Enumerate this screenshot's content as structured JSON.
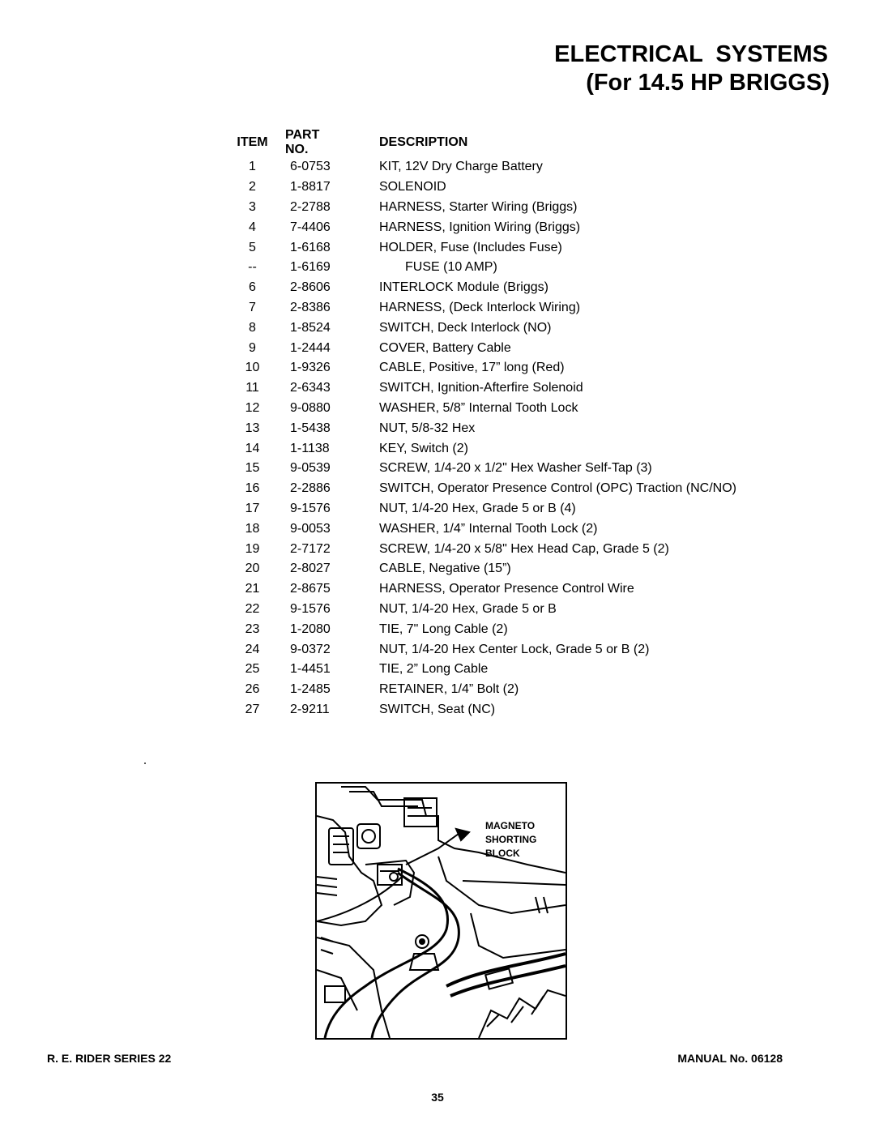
{
  "header": {
    "title_line1": "ELECTRICAL  SYSTEMS",
    "title_line2": "(For 14.5 HP BRIGGS)"
  },
  "table": {
    "col_item": "ITEM",
    "col_part": "PART NO.",
    "col_desc": "DESCRIPTION",
    "rows": [
      {
        "item": "1",
        "part": "6-0753",
        "desc": "KIT, 12V Dry Charge Battery"
      },
      {
        "item": "2",
        "part": "1-8817",
        "desc": "SOLENOID"
      },
      {
        "item": "3",
        "part": "2-2788",
        "desc": "HARNESS, Starter Wiring (Briggs)"
      },
      {
        "item": "4",
        "part": "7-4406",
        "desc": "HARNESS, Ignition Wiring (Briggs)"
      },
      {
        "item": "5",
        "part": "1-6168",
        "desc": "HOLDER, Fuse (Includes Fuse)"
      },
      {
        "item": "--",
        "part": "1-6169",
        "desc": "FUSE (10 AMP)"
      },
      {
        "item": "6",
        "part": "2-8606",
        "desc": "INTERLOCK Module (Briggs)"
      },
      {
        "item": "7",
        "part": "2-8386",
        "desc": "HARNESS, (Deck Interlock Wiring)"
      },
      {
        "item": "8",
        "part": "1-8524",
        "desc": "SWITCH, Deck Interlock (NO)"
      },
      {
        "item": "9",
        "part": "1-2444",
        "desc": "COVER, Battery Cable"
      },
      {
        "item": "10",
        "part": "1-9326",
        "desc": "CABLE, Positive, 17” long (Red)"
      },
      {
        "item": "11",
        "part": "2-6343",
        "desc": "SWITCH, Ignition-Afterfire Solenoid"
      },
      {
        "item": "12",
        "part": "9-0880",
        "desc": "WASHER, 5/8” Internal Tooth Lock"
      },
      {
        "item": "13",
        "part": "1-5438",
        "desc": "NUT, 5/8-32 Hex"
      },
      {
        "item": "14",
        "part": "1-1138",
        "desc": "KEY, Switch (2)"
      },
      {
        "item": "15",
        "part": "9-0539",
        "desc": "SCREW, 1/4-20 x 1/2\" Hex Washer Self-Tap (3)"
      },
      {
        "item": "16",
        "part": "2-2886",
        "desc": "SWITCH, Operator Presence Control (OPC) Traction (NC/NO)"
      },
      {
        "item": "17",
        "part": "9-1576",
        "desc": "NUT, 1/4-20 Hex, Grade 5 or B (4)"
      },
      {
        "item": "18",
        "part": "9-0053",
        "desc": "WASHER, 1/4” Internal Tooth Lock (2)"
      },
      {
        "item": "19",
        "part": "2-7172",
        "desc": "SCREW, 1/4-20 x 5/8\" Hex Head Cap, Grade 5 (2)"
      },
      {
        "item": "20",
        "part": "2-8027",
        "desc": "CABLE, Negative (15”)"
      },
      {
        "item": "21",
        "part": "2-8675",
        "desc": "HARNESS, Operator Presence Control Wire"
      },
      {
        "item": "22",
        "part": "9-1576",
        "desc": "NUT, 1/4-20 Hex, Grade 5 or B"
      },
      {
        "item": "23",
        "part": "1-2080",
        "desc": "TIE, 7\" Long Cable (2)"
      },
      {
        "item": "24",
        "part": "9-0372",
        "desc": "NUT, 1/4-20 Hex Center Lock, Grade 5 or B (2)"
      },
      {
        "item": "25",
        "part": "1-4451",
        "desc": "TIE, 2” Long Cable"
      },
      {
        "item": "26",
        "part": "1-2485",
        "desc": "RETAINER, 1/4” Bolt (2)"
      },
      {
        "item": "27",
        "part": "2-9211",
        "desc": "SWITCH, Seat  (NC)"
      }
    ]
  },
  "figure": {
    "label_line1": "MAGNETO",
    "label_line2": "SHORTING",
    "label_line3": "BLOCK"
  },
  "footer": {
    "left": "R. E. RIDER SERIES 22",
    "right": "MANUAL No. 06128",
    "page": "35"
  }
}
